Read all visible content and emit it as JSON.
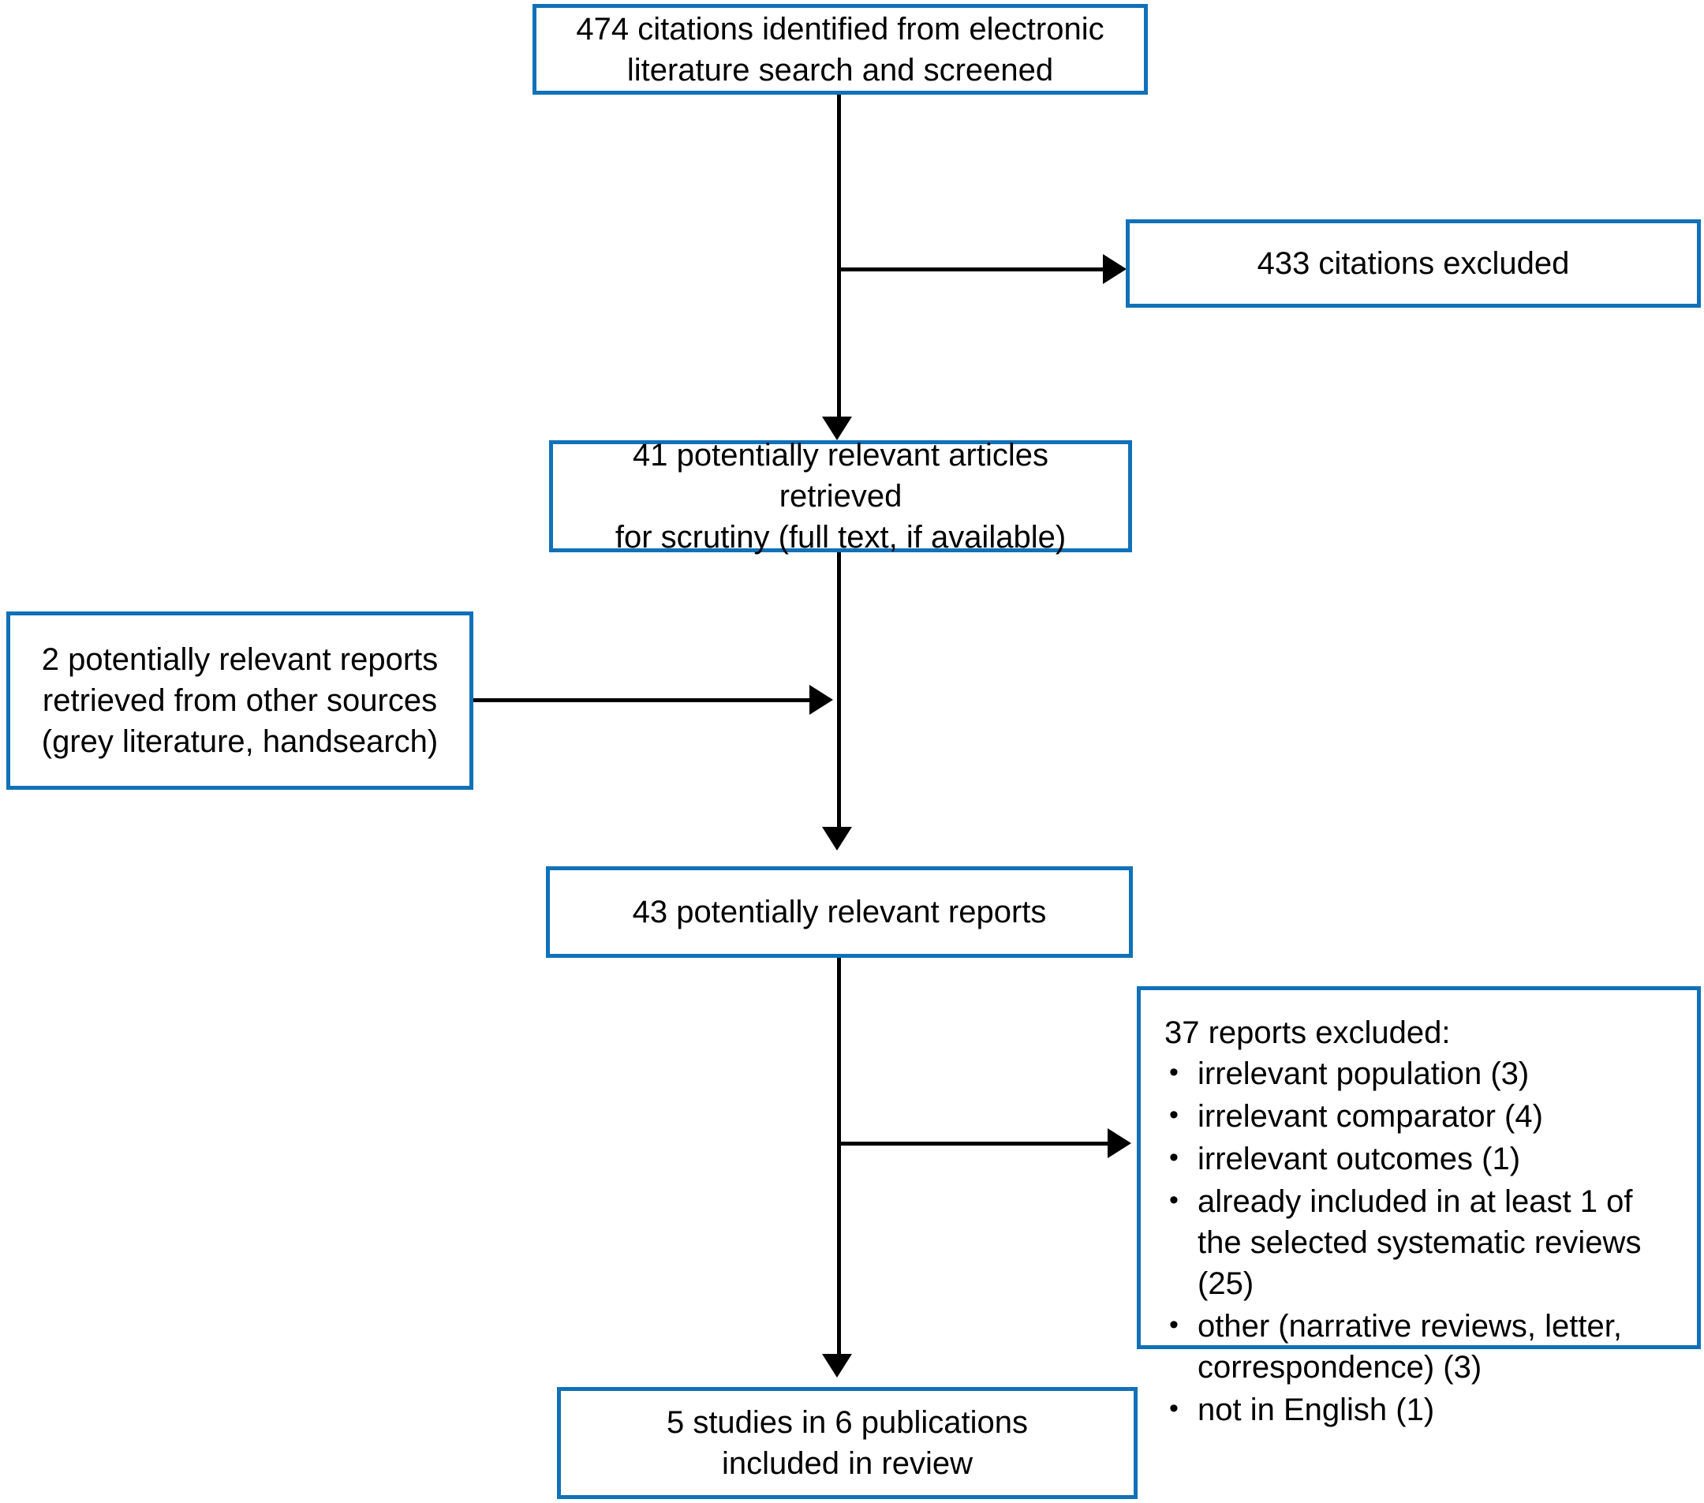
{
  "diagram": {
    "type": "prisma-study-selection-flowchart",
    "accent_color": "#1071B8",
    "line_color": "#000000",
    "background_color": "#FFFFFF",
    "boxes": {
      "identified": {
        "label": "474 citations identified from electronic\nliterature search and screened",
        "count": 474
      },
      "citations_excluded": {
        "label": "433 citations excluded",
        "count": 433
      },
      "retrieved_for_scrutiny": {
        "label": "41 potentially relevant articles retrieved\nfor scrutiny (full text, if available)",
        "count": 41
      },
      "other_sources": {
        "label": "2 potentially relevant reports\nretrieved from other sources\n(grey literature, handsearch)",
        "count": 2
      },
      "potentially_relevant_reports": {
        "label": "43 potentially relevant reports",
        "count": 43
      },
      "reports_excluded": {
        "title": "37 reports excluded:",
        "count": 37,
        "reasons": [
          "irrelevant population (3)",
          "irrelevant comparator (4)",
          "irrelevant outcomes (1)",
          "already included in at least 1 of the selected systematic reviews (25)",
          "other (narrative reviews, letter, correspondence) (3)",
          "not in English (1)"
        ]
      },
      "included": {
        "label": "5 studies in 6 publications\nincluded in review",
        "studies": 5,
        "publications": 6
      }
    }
  }
}
